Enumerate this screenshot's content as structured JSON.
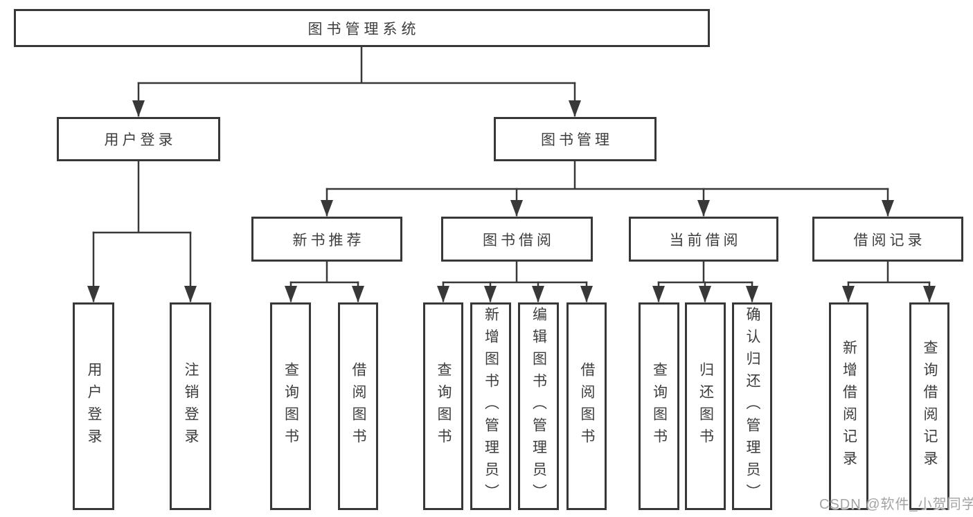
{
  "nodes": {
    "root": "图书管理系统",
    "userLogin": "用户登录",
    "bookMgmt": "图书管理",
    "newBookRec": "新书推荐",
    "bookBorrow": "图书借阅",
    "currentBorrow": "当前借阅",
    "borrowRecords": "借阅记录",
    "leaves": {
      "userLogin": [
        "用户登录",
        "注销登录"
      ],
      "newBookRec": [
        "查询图书",
        "借阅图书"
      ],
      "bookBorrow": [
        "查询图书",
        "新增图书（管理员）",
        "编辑图书（管理员）",
        "借阅图书"
      ],
      "currentBorrow": [
        "查询图书",
        "归还图书",
        "确认归还（管理员）"
      ],
      "borrowRecords": [
        "新增借阅记录",
        "查询借阅记录"
      ]
    }
  },
  "watermark": "CSDN @软件_小贺同学",
  "colors": {
    "line": "#383838",
    "text": "#3d3d3d",
    "box-bg": "#ffffff",
    "background": "#ffffff",
    "watermark": "#a3a3a3"
  }
}
